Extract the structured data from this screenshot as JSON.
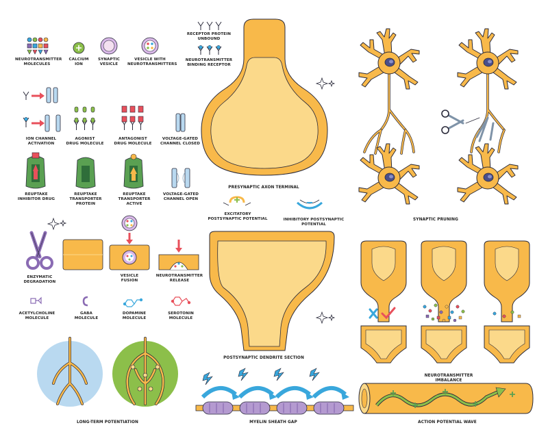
{
  "colors": {
    "neuron_yellow": "#f8b94a",
    "neuron_light": "#fbd98a",
    "outline": "#2a2a3a",
    "blue_arrow": "#39a7dc",
    "green_circle": "#8cbf4a",
    "blue_circle": "#b9d9f0",
    "red_arrow": "#e8505b",
    "purple": "#8a6bb3"
  },
  "legend": {
    "neurotransmitter_molecules": [
      "NEUROTRANSMITTER",
      "MOLECULES"
    ],
    "calcium_ion": [
      "CALCIUM",
      "ION"
    ],
    "synaptic_vesicle": [
      "SYNAPTIC",
      "VESICLE"
    ],
    "vesicle_with_nt": [
      "VESICLE WITH",
      "NEUROTRANSMITTERS"
    ],
    "receptor_unbound": [
      "RECEPTOR PROTEIN",
      "UNBOUND"
    ],
    "nt_binding_receptor": [
      "NEUROTRANSMITTER",
      "BINDING RECEPTOR"
    ],
    "ion_channel_activation": [
      "ION CHANNEL",
      "ACTIVATION"
    ],
    "agonist_drug": [
      "AGONIST",
      "DRUG MOLECULE"
    ],
    "antagonist_drug": [
      "ANTAGONIST",
      "DRUG MOLECULE"
    ],
    "vg_channel_closed": [
      "VOLTAGE-GATED",
      "CHANNEL CLOSED"
    ],
    "reuptake_inhibitor": [
      "REUPTAKE",
      "INHIBITOR DRUG"
    ],
    "reuptake_transporter": [
      "REUPTAKE",
      "TRANSPORTER",
      "PROTEIN"
    ],
    "reuptake_active": [
      "REUPTAKE",
      "TRANSPORTER ACTIVE"
    ],
    "vg_channel_open": [
      "VOLTAGE-GATED",
      "CHANNEL OPEN"
    ],
    "enzymatic_degradation": [
      "ENZYMATIC",
      "DEGRADATION"
    ],
    "vesicle_fusion": [
      "VESICLE",
      "FUSION"
    ],
    "nt_release": [
      "NEUROTRANSMITTER",
      "RELEASE"
    ],
    "acetylcholine": [
      "ACETYLCHOLINE",
      "MOLECULE"
    ],
    "gaba": [
      "GABA",
      "MOLECULE"
    ],
    "dopamine": [
      "DOPAMINE",
      "MOLECULE"
    ],
    "serotonin": [
      "SEROTONIN",
      "MOLECULE"
    ]
  },
  "center": {
    "presynaptic": "PRESYNAPTIC AXON TERMINAL",
    "excitatory": [
      "EXCITATORY",
      "POSTSYNAPTIC POTENTIAL"
    ],
    "inhibitory": [
      "INHIBITORY POSTSYNAPTIC",
      "POTENTIAL"
    ],
    "postsynaptic": "POSTSYNAPTIC DENDRITE SECTION"
  },
  "panels": {
    "synaptic_pruning": "SYNAPTIC PRUNING",
    "nt_imbalance": "NEUROTRANSMITTER IMBALANCE",
    "ltp": "LONG-TERM POTENTIATION",
    "myelin": "MYELIN SHEATH GAP",
    "action_potential": "ACTION POTENTIAL WAVE"
  }
}
